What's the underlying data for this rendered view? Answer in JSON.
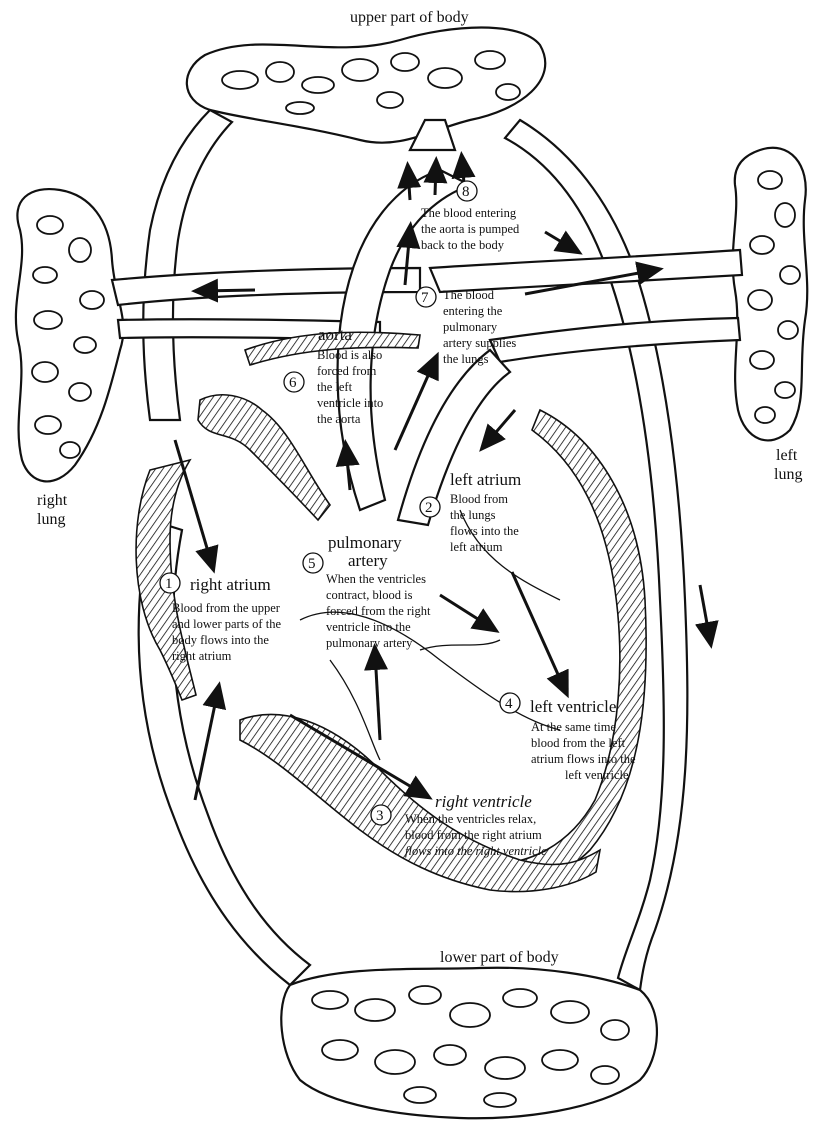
{
  "regions": {
    "upper_body": "upper part of body",
    "lower_body": "lower part of body",
    "right_lung_1": "right",
    "right_lung_2": "lung",
    "left_lung_1": "left",
    "left_lung_2": "lung"
  },
  "steps": [
    {
      "number": "1",
      "title": "right atrium",
      "lines": [
        "Blood from the upper",
        "and lower parts of the",
        "body flows into the",
        "right atrium"
      ]
    },
    {
      "number": "2",
      "title": "left atrium",
      "lines": [
        "Blood from",
        "the lungs",
        "flows into the",
        "left atrium"
      ]
    },
    {
      "number": "3",
      "title": "right ventricle",
      "lines": [
        "When the ventricles relax,",
        "blood from the right atrium",
        "flows into the right ventricle"
      ]
    },
    {
      "number": "4",
      "title": "left ventricle",
      "lines": [
        "At the same time",
        "blood from the left",
        "atrium flows into the",
        "left ventricle"
      ]
    },
    {
      "number": "5",
      "title_1": "pulmonary",
      "title_2": "artery",
      "lines": [
        "When the ventricles",
        "contract, blood is",
        "forced from the right",
        "ventricle into the",
        "pulmonary artery"
      ]
    },
    {
      "number": "6",
      "title": "aorta",
      "lines": [
        "Blood is also",
        "forced from",
        "the left",
        "ventricle into",
        "the aorta"
      ]
    },
    {
      "number": "7",
      "lines": [
        "The blood",
        "entering the",
        "pulmonary",
        "artery supplies",
        "the lungs"
      ]
    },
    {
      "number": "8",
      "lines": [
        "The blood entering",
        "the aorta is pumped",
        "back to the body"
      ]
    }
  ],
  "colors": {
    "ink": "#111111",
    "paper": "#ffffff"
  }
}
